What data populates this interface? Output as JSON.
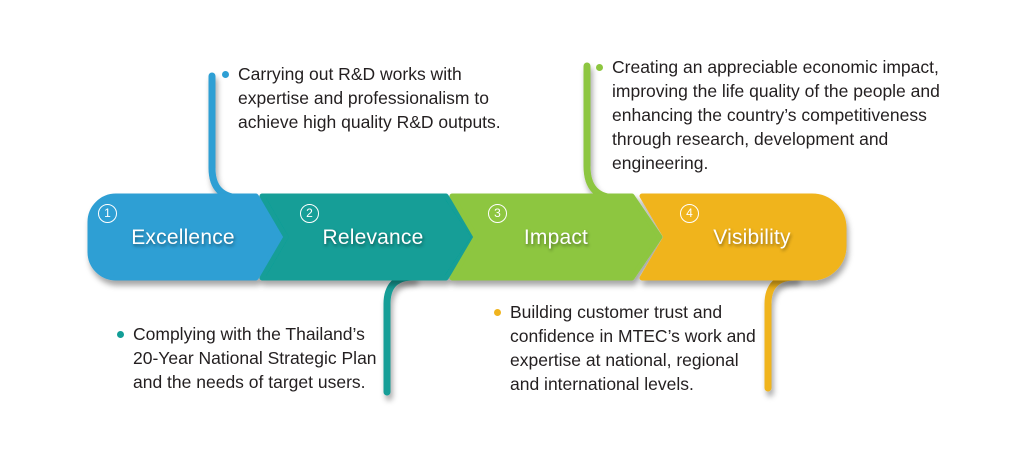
{
  "text_color": "#231f20",
  "values": [
    {
      "number": "1",
      "label": "Excellence",
      "color": "#2e9fd4",
      "callout": [
        "Carrying out R&D works with",
        "expertise and professionalism to",
        "achieve high quality R&D outputs."
      ]
    },
    {
      "number": "2",
      "label": "Relevance",
      "color": "#129e97",
      "callout": [
        "Complying with the Thailand’s",
        "20-Year National Strategic Plan",
        "and the needs of target users."
      ]
    },
    {
      "number": "3",
      "label": "Impact",
      "color": "#8dc63f",
      "callout": [
        "Creating an appreciable economic impact,",
        "improving the life quality of the people and",
        "enhancing the country’s competitiveness",
        "through research, development and",
        "engineering."
      ]
    },
    {
      "number": "4",
      "label": "Visibility",
      "color": "#f0b41e",
      "callout": [
        "Building customer trust and",
        "confidence in MTEC’s work and",
        "expertise at national, regional",
        "and international levels."
      ]
    }
  ]
}
